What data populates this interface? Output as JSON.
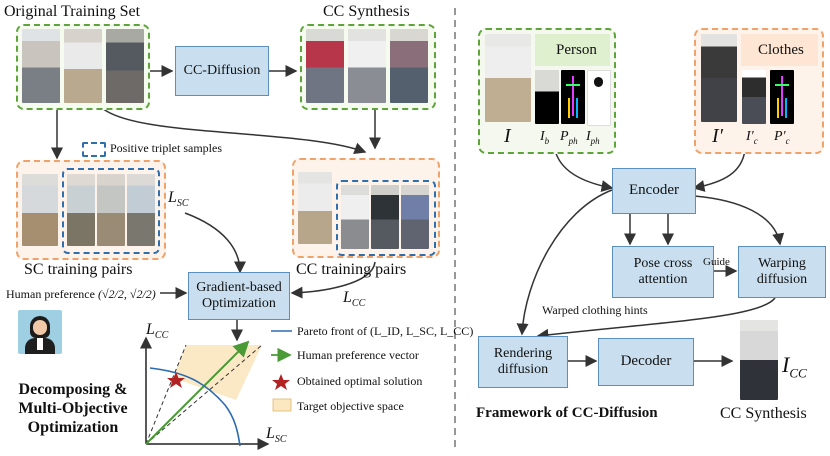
{
  "left": {
    "original_training_set": "Original Training Set",
    "cc_synthesis_top": "CC Synthesis",
    "cc_diffusion_box": "CC-Diffusion",
    "positive_triplet_legend": "Positive triplet samples",
    "l_sc_label": "L",
    "l_sc_sub": "SC",
    "sc_training_pairs": "SC training pairs",
    "cc_training_pairs": "CC training pairs",
    "l_cc_label": "L",
    "l_cc_sub": "CC",
    "gradient_box_line1": "Gradient-based",
    "gradient_box_line2": "Optimization",
    "human_preference_text": "Human preference",
    "human_preference_vector": "(√2/2, √2/2)",
    "plot_y_label": "L",
    "plot_y_sub": "CC",
    "plot_x_label": "L",
    "plot_x_sub": "SC",
    "legend_pareto": "Pareto front of (L_ID, L_SC, L_CC)",
    "legend_vector": "Human preference vector",
    "legend_solution": "Obtained optimal solution",
    "legend_target": "Target objective space",
    "section_title_line1": "Decomposing &",
    "section_title_line2": "Multi-Objective",
    "section_title_line3": "Optimization"
  },
  "right": {
    "person_title": "Person",
    "person_I": "I",
    "person_Ib": "I",
    "person_Ib_sub": "b",
    "person_Pph": "P",
    "person_Pph_sub": "ph",
    "person_Iph": "I",
    "person_Iph_sub": "ph",
    "clothes_title": "Clothes",
    "clothes_Iprime": "I′",
    "clothes_Icp": "I′",
    "clothes_Icp_sub": "c",
    "clothes_Pcp": "P′",
    "clothes_Pcp_sub": "c",
    "encoder": "Encoder",
    "pose_cross_attention_line1": "Pose cross",
    "pose_cross_attention_line2": "attention",
    "guide": "Guide",
    "warping_line1": "Warping",
    "warping_line2": "diffusion",
    "warped_hints": "Warped clothing hints",
    "rendering_line1": "Rendering",
    "rendering_line2": "diffusion",
    "decoder": "Decoder",
    "output_I": "I",
    "output_I_sub": "CC",
    "cc_synthesis_bottom": "CC Synthesis",
    "framework_title": "Framework of CC-Diffusion"
  },
  "colors": {
    "box_fill": "#c9dff0",
    "box_border": "#5b8fc0",
    "green_dash": "#5da53a",
    "orange_dash": "#efa36a",
    "blue_dash": "#2f6fae",
    "pareto_line": "#2b6cb0",
    "vector_line": "#4a9a35",
    "star": "#b22222",
    "target_fill": "#fbe7c0"
  }
}
